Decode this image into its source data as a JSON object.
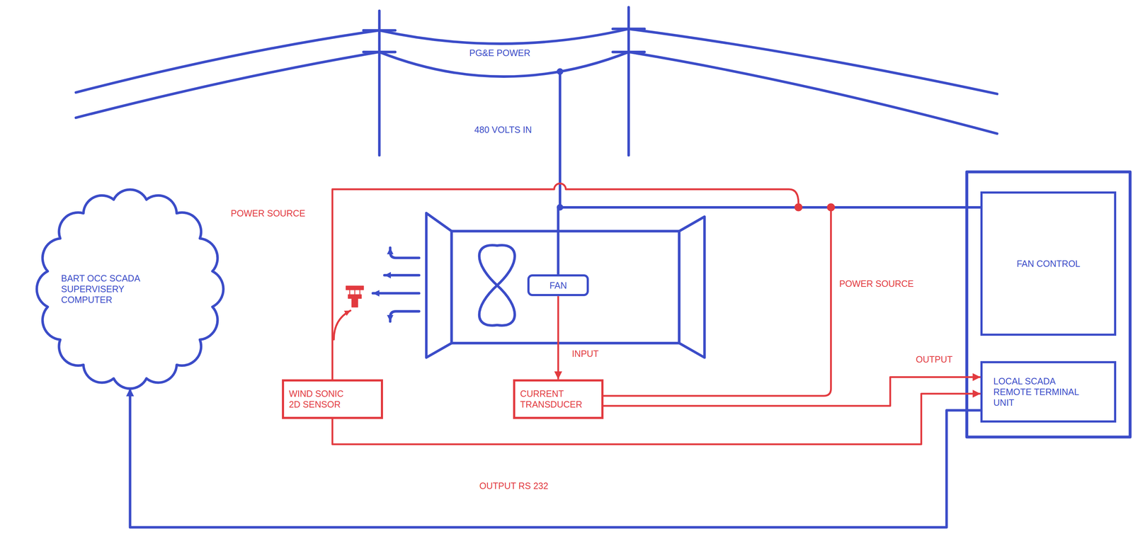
{
  "diagram": {
    "nodes": [
      {
        "text": [
          "BART OCC SCADA SUPERVISERY COMPUTER"
        ]
      },
      {
        "text": [
          "FAN"
        ]
      },
      {
        "text": [
          "WIND SONIC 2D SENSOR"
        ]
      },
      {
        "text": [
          "CURRENT TRANSDUCER"
        ]
      },
      {
        "text": [
          "FAN CONTROL"
        ]
      },
      {
        "text": [
          "LOCAL SCADA REMOTE TERMINAL UNIT"
        ]
      }
    ],
    "edges": [
      {
        "from": 1,
        "to": 3,
        "arrow": "to",
        "label": "INPUT"
      },
      {
        "from": 3,
        "to": 5,
        "arrow": "to",
        "label": "OUTPUT"
      },
      {
        "from": 2,
        "to": 5,
        "arrow": "to",
        "label": "OUTPUT RS 232"
      },
      {
        "from": 5,
        "to": 0,
        "arrow": "to"
      },
      {
        "from": 1,
        "to": 4,
        "arrow": "none"
      }
    ],
    "labels": [
      "PG&E POWER",
      "480 VOLTS IN",
      "POWER SOURCE",
      "POWER SOURCE"
    ]
  }
}
